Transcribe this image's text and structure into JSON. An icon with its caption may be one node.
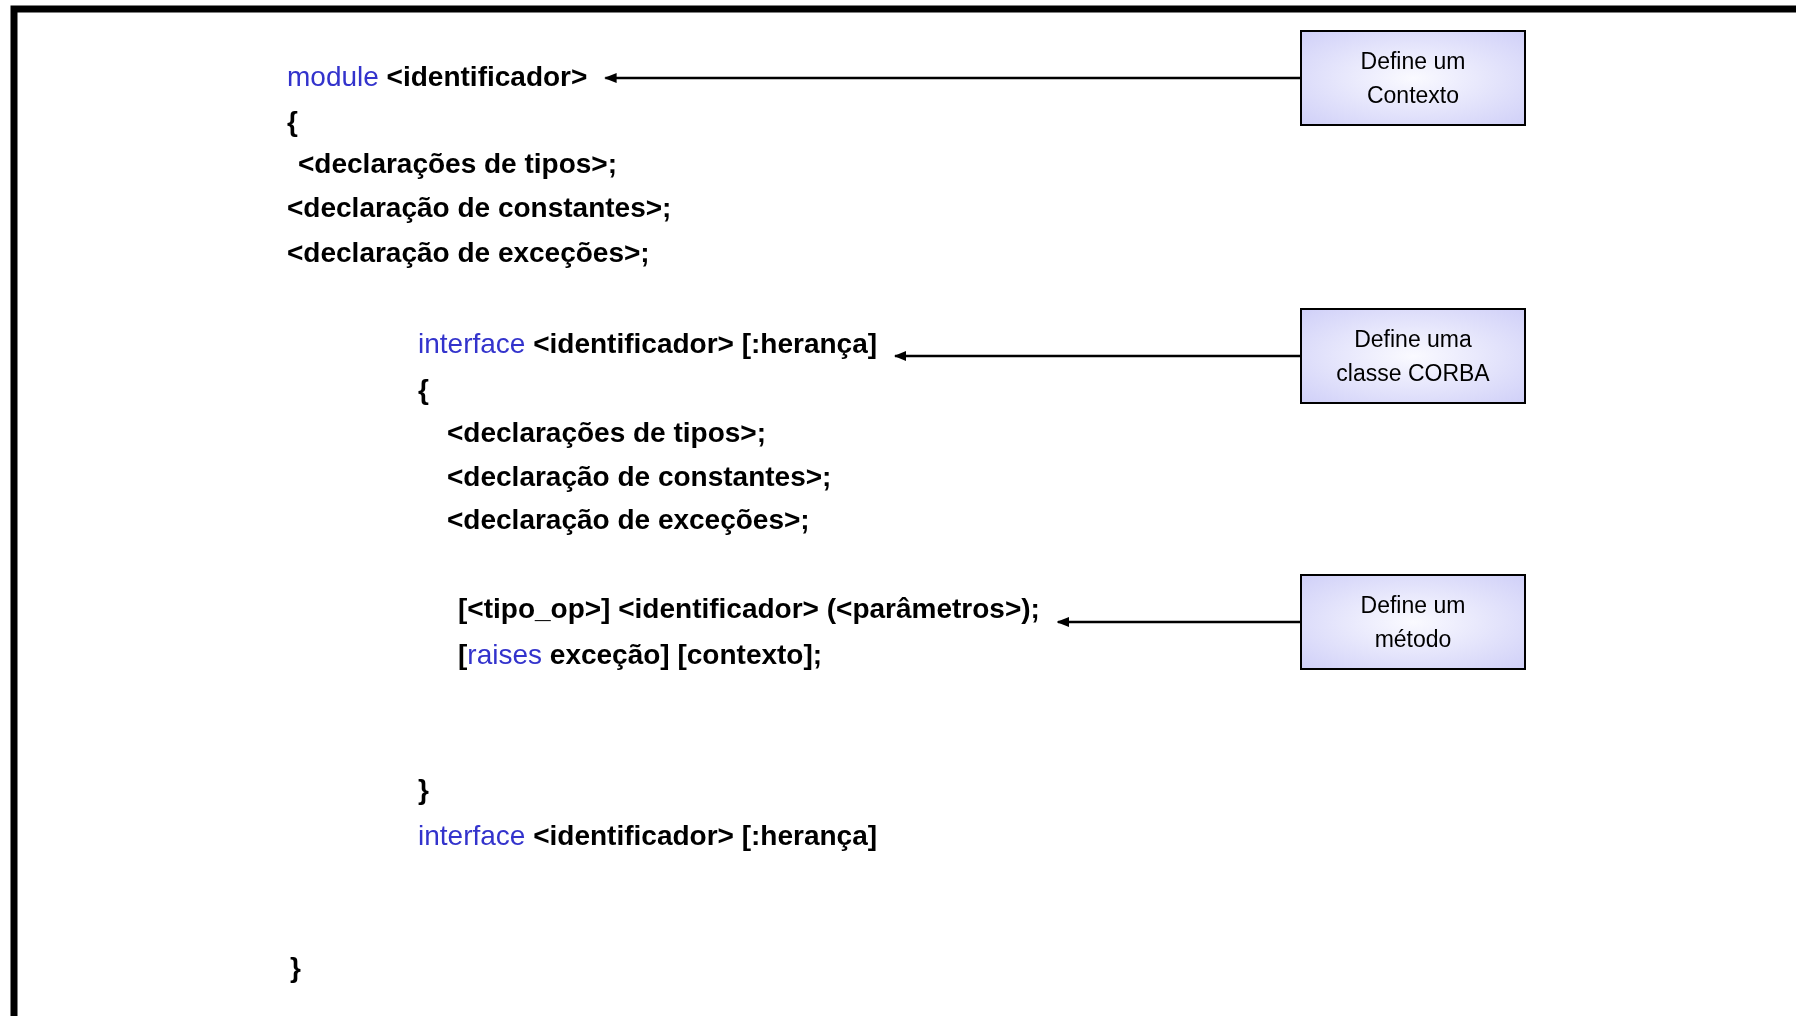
{
  "diagram": {
    "nodes": [
      {
        "text": [
          "*module* <identificador>"
        ]
      },
      {
        "text": [
          "Define um Contexto"
        ]
      },
      {
        "text": [
          "*interface* <identificador> [:herança]"
        ]
      },
      {
        "text": [
          "Define uma classe CORBA"
        ]
      },
      {
        "text": [
          "[<tipo_op>] <identificador> (<parâmetros>);"
        ]
      },
      {
        "text": [
          "Define um método"
        ]
      }
    ],
    "edges": [
      {
        "from": 1,
        "to": 0,
        "arrow": "to"
      },
      {
        "from": 3,
        "to": 2,
        "arrow": "to"
      },
      {
        "from": 5,
        "to": 4,
        "arrow": "to"
      }
    ],
    "labels": [
      "{",
      "<declarações de tipos>;",
      "<declaração de constantes>;",
      "<declaração de exceções>;",
      "{",
      "<declarações de tipos>;",
      "<declaração de constantes>;",
      "<declaração de exceções>;",
      "[*raises* exceção] [contexto];",
      "}",
      "*interface* <identificador> [:herança]",
      "}"
    ]
  }
}
